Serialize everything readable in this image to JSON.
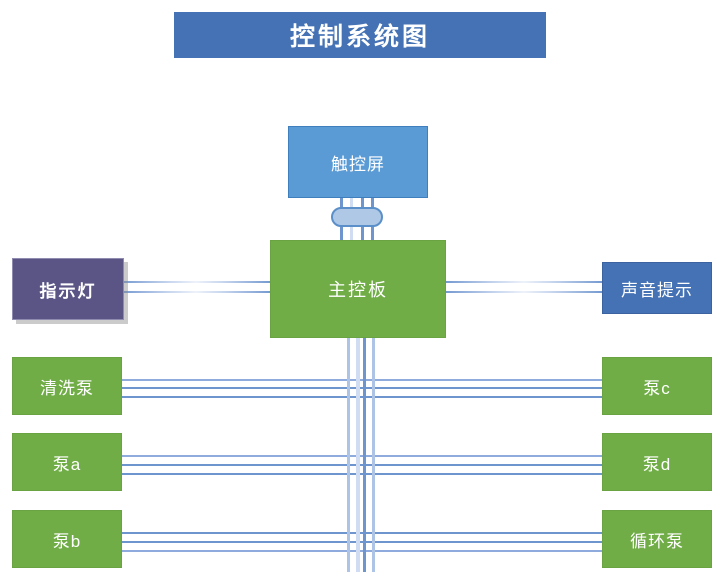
{
  "diagram": {
    "title": "控制系统图",
    "accent_blue": "#4472B4",
    "light_blue": "#5B9BD5",
    "green": "#70AD47",
    "purple": "#5B5586",
    "wire_blue": "#8FAADC",
    "background": "#FFFFFF"
  },
  "nodes": {
    "touchscreen": {
      "label": "触控屏",
      "color": "#5B9BD5"
    },
    "mainboard": {
      "label": "主控板",
      "color": "#70AD47"
    },
    "indicator": {
      "label": "指示灯",
      "color": "#5B5586"
    },
    "sound": {
      "label": "声音提示",
      "color": "#4472B4"
    },
    "pump_wash": {
      "label": "清洗泵",
      "color": "#70AD47"
    },
    "pump_a": {
      "label": "泵a",
      "color": "#70AD47"
    },
    "pump_b": {
      "label": "泵b",
      "color": "#70AD47"
    },
    "pump_c": {
      "label": "泵c",
      "color": "#70AD47"
    },
    "pump_d": {
      "label": "泵d",
      "color": "#70AD47"
    },
    "pump_circulation": {
      "label": "循环泵",
      "color": "#70AD47"
    }
  },
  "connections": {
    "touchscreen_to_mainboard": {
      "wires": 4,
      "orientation": "vertical"
    },
    "indicator_to_mainboard": {
      "wires": 2,
      "orientation": "horizontal"
    },
    "mainboard_to_sound": {
      "wires": 2,
      "orientation": "horizontal"
    },
    "mainboard_bus_down": {
      "wires": 4,
      "orientation": "vertical"
    },
    "bus_to_pump_row_1": {
      "wires": 3,
      "orientation": "horizontal"
    },
    "bus_to_pump_row_2": {
      "wires": 3,
      "orientation": "horizontal"
    },
    "bus_to_pump_row_3": {
      "wires": 3,
      "orientation": "horizontal"
    }
  }
}
